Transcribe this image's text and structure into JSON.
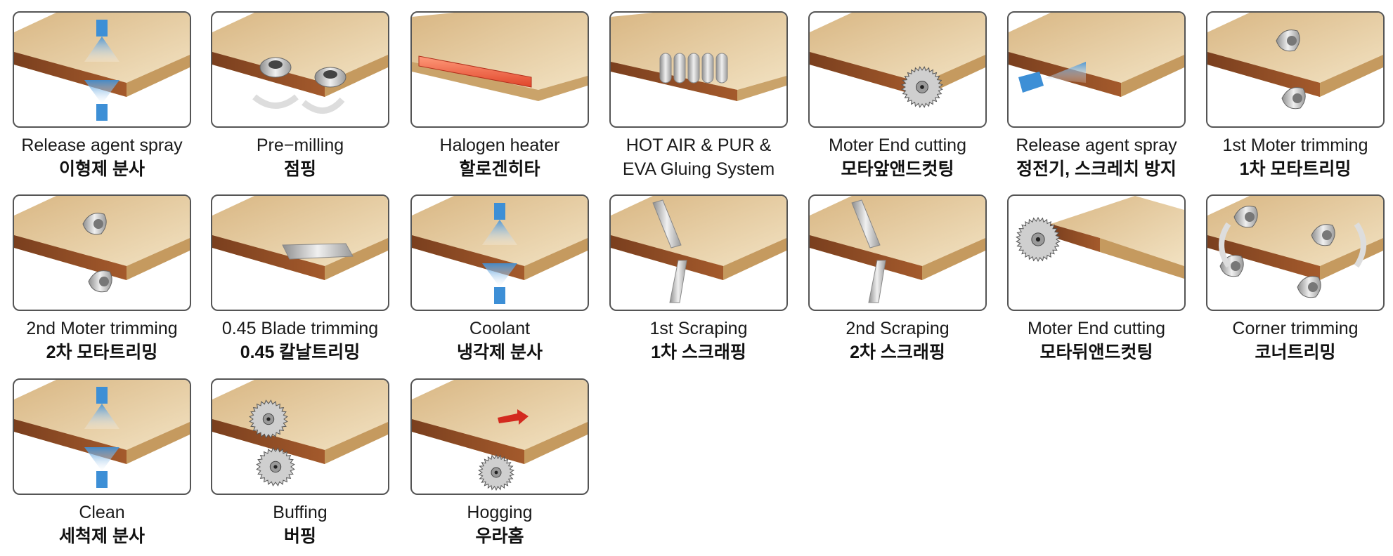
{
  "steps": [
    {
      "id": "release-spray",
      "en": "Release agent spray",
      "ko": "이형제 분사",
      "tool": "spray-vertical"
    },
    {
      "id": "pre-milling",
      "en": "Pre−milling",
      "ko": "점핑",
      "tool": "pre-milling"
    },
    {
      "id": "halogen",
      "en": "Halogen heater",
      "ko": "할로겐히타",
      "tool": "halogen"
    },
    {
      "id": "hot-air",
      "en": "HOT AIR & PUR &",
      "en2": "EVA Gluing System",
      "ko": "",
      "tool": "gluing"
    },
    {
      "id": "end-cut-front",
      "en": "Moter End cutting",
      "ko": "모타앞앤드컷팅",
      "tool": "saw-right"
    },
    {
      "id": "antistatic",
      "en": "Release agent spray",
      "ko": "정전기, 스크레치 방지",
      "tool": "spray-side"
    },
    {
      "id": "trim-1",
      "en": "1st Moter trimming",
      "ko": "1차 모타트리밍",
      "tool": "trimming"
    },
    {
      "id": "trim-2",
      "en": "2nd Moter trimming",
      "ko": "2차 모타트리밍",
      "tool": "trimming"
    },
    {
      "id": "blade",
      "en": "0.45 Blade trimming",
      "ko": "0.45 칼날트리밍",
      "tool": "blade"
    },
    {
      "id": "coolant",
      "en": "Coolant",
      "ko": "냉각제 분사",
      "tool": "spray-vertical"
    },
    {
      "id": "scrape-1",
      "en": "1st Scraping",
      "ko": "1차 스크래핑",
      "tool": "scraping"
    },
    {
      "id": "scrape-2",
      "en": "2nd Scraping",
      "ko": "2차 스크래핑",
      "tool": "scraping"
    },
    {
      "id": "end-cut-rear",
      "en": "Moter End cutting",
      "ko": "모타뒤앤드컷팅",
      "tool": "saw-left"
    },
    {
      "id": "corner",
      "en": "Corner trimming",
      "ko": "코너트리밍",
      "tool": "corner"
    },
    {
      "id": "clean",
      "en": "Clean",
      "ko": "세척제 분사",
      "tool": "spray-vertical"
    },
    {
      "id": "buffing",
      "en": "Buffing",
      "ko": "버핑",
      "tool": "buffing"
    },
    {
      "id": "hogging",
      "en": "Hogging",
      "ko": "우라홈",
      "tool": "hogging"
    }
  ],
  "colors": {
    "panel_top": "#d9b784",
    "panel_top_light": "#f2e2c2",
    "edge_band": "#7a3f1e",
    "edge_band_light": "#a45a2c",
    "spray": "#3d8fd6",
    "metal": "#b8b8b8",
    "heater": "#e0452a",
    "arrow": "#d32a1f",
    "frame": "#555555"
  }
}
